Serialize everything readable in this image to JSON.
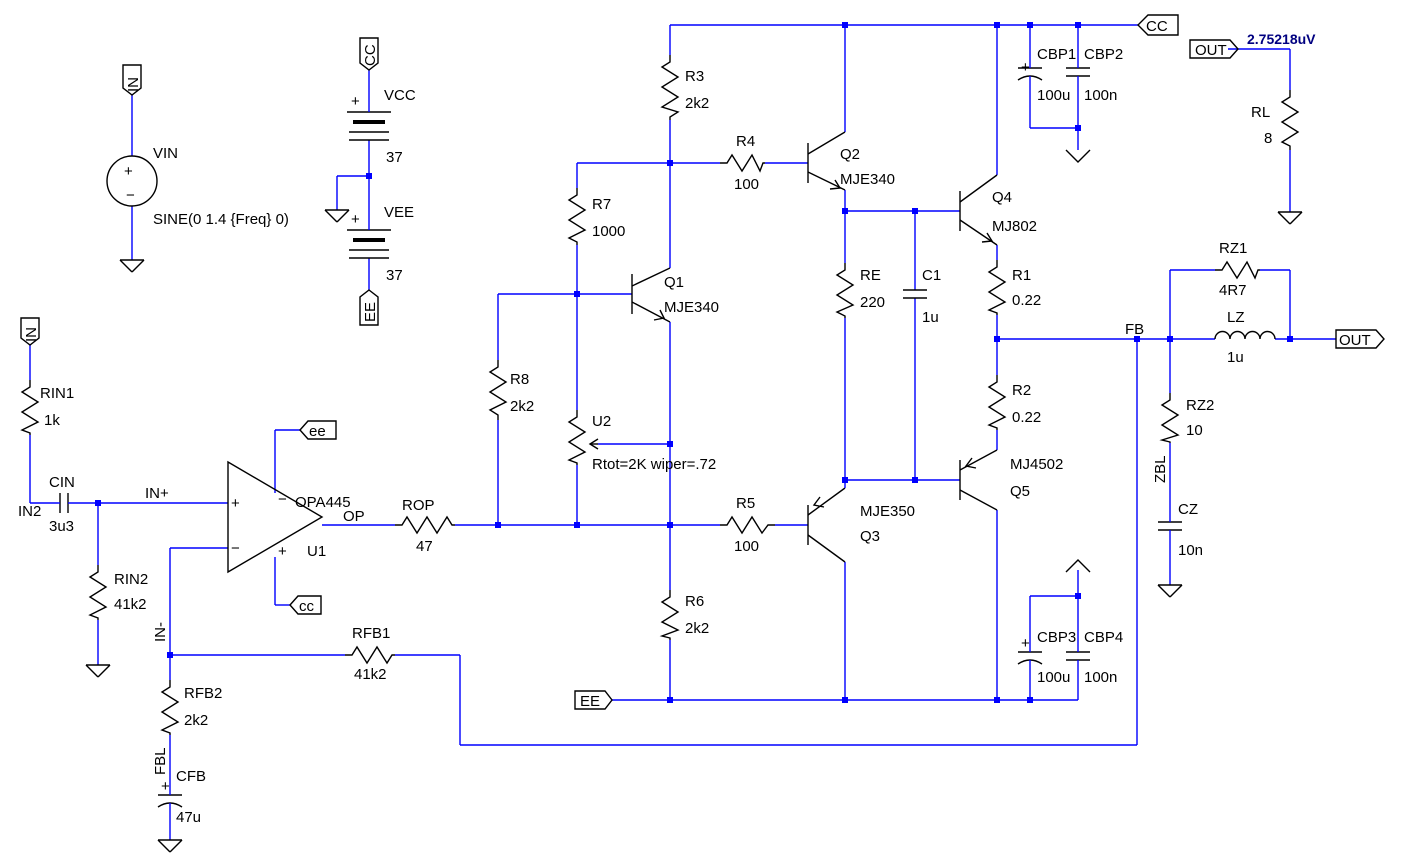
{
  "schematic": {
    "probe_value": "2.75218uV",
    "ports": {
      "cc_top": "CC",
      "out_probe": "OUT",
      "in_source": "IN",
      "cc_supply": "CC",
      "ee_supply": "EE",
      "in_input": "IN",
      "ee_opamp": "ee",
      "cc_opamp": "cc",
      "ee_bottom": "EE",
      "out_right": "OUT"
    },
    "nets": {
      "in_plus": "IN+",
      "in_minus": "IN-",
      "in2": "IN2",
      "op": "OP",
      "fb": "FB",
      "fbl": "FBL",
      "zbl": "ZBL"
    },
    "components": {
      "vin": {
        "name": "VIN",
        "value": "SINE(0 1.4 {Freq} 0)"
      },
      "vcc": {
        "name": "VCC",
        "value": "37"
      },
      "vee": {
        "name": "VEE",
        "value": "37"
      },
      "rin1": {
        "name": "RIN1",
        "value": "1k"
      },
      "cin": {
        "name": "CIN",
        "value": "3u3"
      },
      "rin2": {
        "name": "RIN2",
        "value": "41k2"
      },
      "u1": {
        "name": "U1",
        "value": "OPA445"
      },
      "rop": {
        "name": "ROP",
        "value": "47"
      },
      "r8": {
        "name": "R8",
        "value": "2k2"
      },
      "r7": {
        "name": "R7",
        "value": "1000"
      },
      "r3": {
        "name": "R3",
        "value": "2k2"
      },
      "r4": {
        "name": "R4",
        "value": "100"
      },
      "q1": {
        "name": "Q1",
        "value": "MJE340"
      },
      "q2": {
        "name": "Q2",
        "value": "MJE340"
      },
      "u2": {
        "name": "U2",
        "value": "Rtot=2K wiper=.72"
      },
      "r5": {
        "name": "R5",
        "value": "100"
      },
      "q3": {
        "name": "Q3",
        "value": "MJE350"
      },
      "r6": {
        "name": "R6",
        "value": "2k2"
      },
      "re": {
        "name": "RE",
        "value": "220"
      },
      "c1": {
        "name": "C1",
        "value": "1u"
      },
      "q4": {
        "name": "Q4",
        "value": "MJ802"
      },
      "q5": {
        "name": "Q5",
        "value": "MJ4502"
      },
      "r1": {
        "name": "R1",
        "value": "0.22"
      },
      "r2": {
        "name": "R2",
        "value": "0.22"
      },
      "cbp1": {
        "name": "CBP1",
        "value": "100u"
      },
      "cbp2": {
        "name": "CBP2",
        "value": "100n"
      },
      "cbp3": {
        "name": "CBP3",
        "value": "100u"
      },
      "cbp4": {
        "name": "CBP4",
        "value": "100n"
      },
      "rl": {
        "name": "RL",
        "value": "8"
      },
      "rz1": {
        "name": "RZ1",
        "value": "4R7"
      },
      "lz": {
        "name": "LZ",
        "value": "1u"
      },
      "rz2": {
        "name": "RZ2",
        "value": "10"
      },
      "cz": {
        "name": "CZ",
        "value": "10n"
      },
      "rfb1": {
        "name": "RFB1",
        "value": "41k2"
      },
      "rfb2": {
        "name": "RFB2",
        "value": "2k2"
      },
      "cfb": {
        "name": "CFB",
        "value": "47u"
      }
    }
  }
}
